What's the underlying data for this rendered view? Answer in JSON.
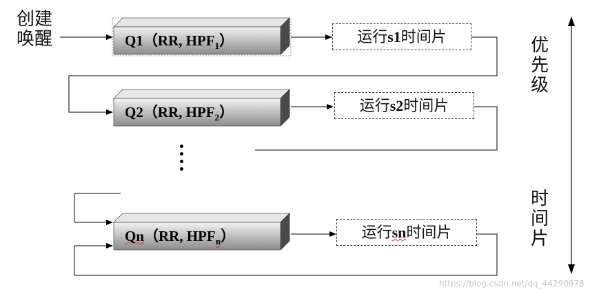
{
  "labels": {
    "create_wake": "创建唤醒",
    "priority": "优先级",
    "time_slice": "时间片",
    "ellipsis": "⋮"
  },
  "queues": [
    {
      "name": "Q1",
      "policy": "（RR, HPF",
      "sub": "1",
      "close": "）",
      "slice_prefix": "运行",
      "slice_name": "s1",
      "slice_suffix": "时间片"
    },
    {
      "name": "Q2",
      "policy": "（RR, HPF",
      "sub": "2",
      "close": "）",
      "slice_prefix": "运行",
      "slice_name": "s2",
      "slice_suffix": "时间片"
    },
    {
      "name": "Qn",
      "policy": "（RR, HPF",
      "sub": "n",
      "close": "）",
      "slice_prefix": "运行",
      "slice_name": "sn",
      "slice_suffix": "时间片"
    }
  ],
  "watermark": "https://blog.csdn.net/qq_44290978",
  "colors": {
    "queue_front": "#b5b5b5",
    "queue_top": "#e0e0e0",
    "queue_side": "#5a5a5a",
    "line": "#000000"
  }
}
